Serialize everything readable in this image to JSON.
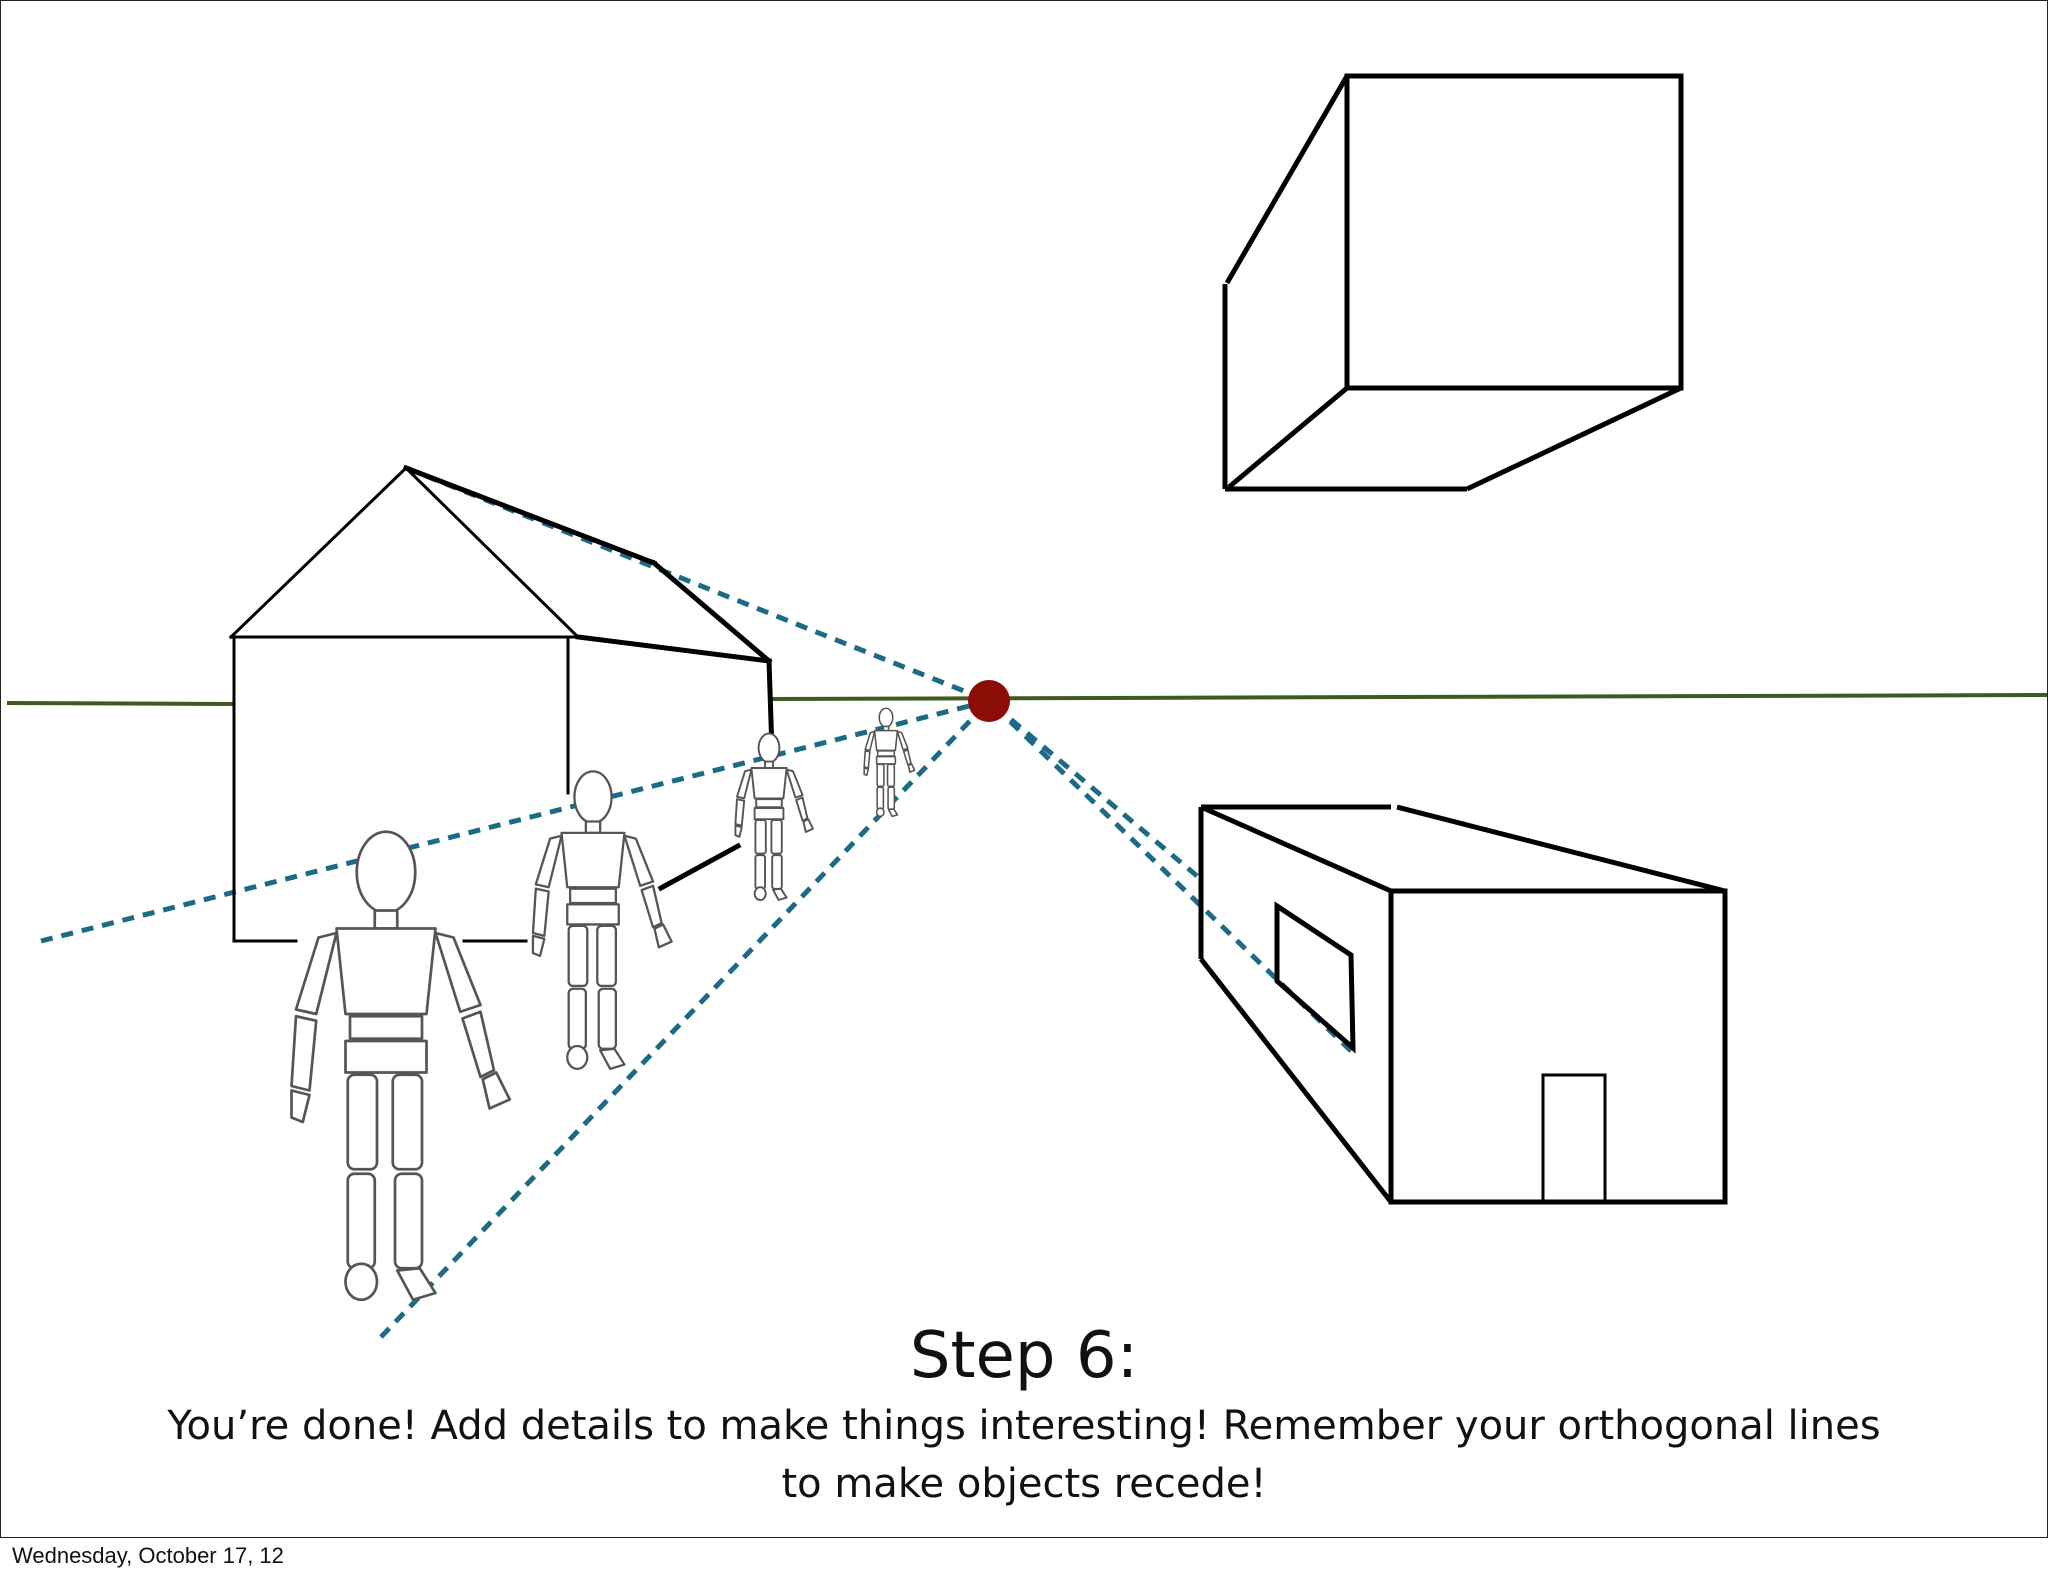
{
  "slide": {
    "title": "Step 6:",
    "description": "You’re done! Add details to make things interesting! Remember your orthogonal lines to make objects recede!"
  },
  "footer": {
    "date": "Wednesday, October 17, 12"
  },
  "colors": {
    "horizon": "#3e5a1e",
    "vanishing_point": "#8b0d05",
    "guide_lines": "#1c6b86",
    "outline": "#000000",
    "figure_outline": "#555555"
  },
  "icons": {
    "vanishing_point": "red-dot-icon",
    "figures": "wooden-mannequin-icon"
  }
}
